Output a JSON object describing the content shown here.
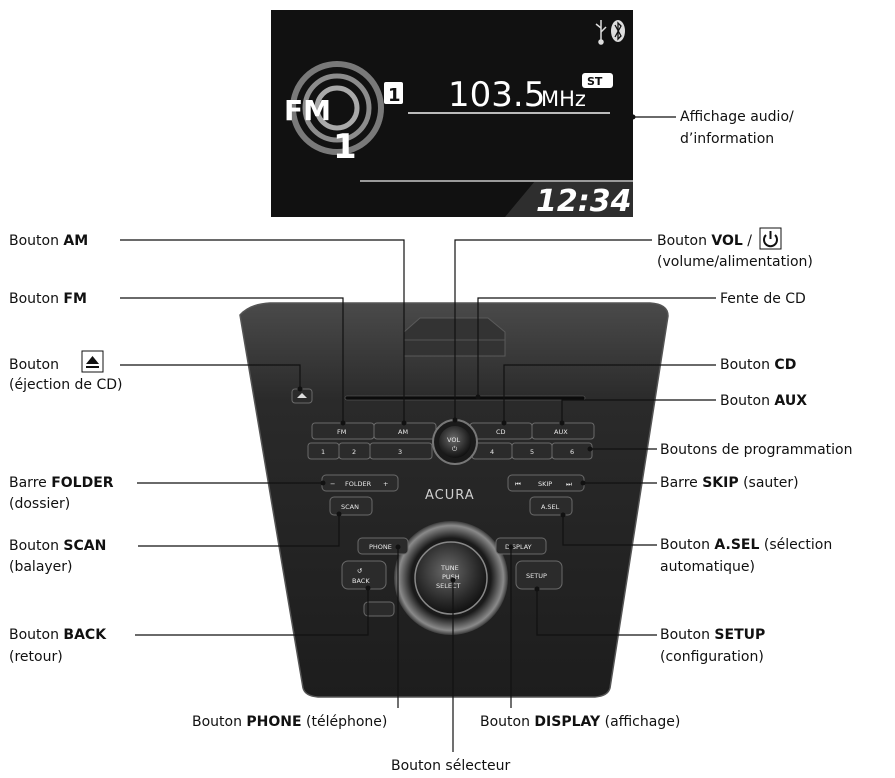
{
  "screen": {
    "fm_band": "FM",
    "fm_number": "1",
    "preset": "1",
    "frequency": "103.5",
    "freq_unit": "MHz",
    "st_badge": "ST",
    "clock": "12:34"
  },
  "panel": {
    "brand": "ACURA",
    "buttons": {
      "fm": "FM",
      "am": "AM",
      "cd": "CD",
      "aux": "AUX",
      "vol": "VOL",
      "presets": [
        "1",
        "2",
        "3",
        "4",
        "5",
        "6"
      ],
      "folder": "FOLDER",
      "folder_minus": "−",
      "folder_plus": "+",
      "skip": "SKIP",
      "skip_back": "⏮",
      "skip_fwd": "⏭",
      "scan": "SCAN",
      "asel": "A.SEL",
      "phone": "PHONE",
      "display": "DISPLAY",
      "back": "BACK",
      "setup": "SETUP",
      "tune": "TUNE",
      "push": "PUSH",
      "select": "SELECT"
    }
  },
  "labels": {
    "audio_display": [
      "Affichage audio/",
      "d’information"
    ],
    "am": {
      "prefix": "Bouton ",
      "bold": "AM"
    },
    "fm": {
      "prefix": "Bouton ",
      "bold": "FM"
    },
    "eject": {
      "prefix": "Bouton ",
      "line2": "(éjection de CD)"
    },
    "folder": {
      "prefix": "Barre ",
      "bold": "FOLDER",
      "line2": "(dossier)"
    },
    "scan": {
      "prefix": "Bouton ",
      "bold": "SCAN",
      "line2": "(balayer)"
    },
    "back": {
      "prefix": "Bouton ",
      "bold": "BACK",
      "line2": "(retour)"
    },
    "vol": {
      "prefix": "Bouton ",
      "bold": "VOL",
      "sep": " / ",
      "line2": "(volume/alimentation)"
    },
    "cd_slot": "Fente de CD",
    "cd": {
      "prefix": "Bouton ",
      "bold": "CD"
    },
    "aux": {
      "prefix": "Bouton ",
      "bold": "AUX"
    },
    "presets": "Boutons de programmation",
    "skip": {
      "prefix": "Barre ",
      "bold": "SKIP",
      "suffix": " (sauter)"
    },
    "asel": {
      "prefix": "Bouton ",
      "bold": "A.SEL",
      "suffix": " (sélection",
      "line2": "automatique)"
    },
    "setup": {
      "prefix": "Bouton ",
      "bold": "SETUP",
      "line2": "(configuration)"
    },
    "phone": {
      "prefix": "Bouton ",
      "bold": "PHONE",
      "suffix": " (téléphone)"
    },
    "display": {
      "prefix": "Bouton ",
      "bold": "DISPLAY",
      "suffix": " (affichage)"
    },
    "selector": "Bouton sélecteur"
  },
  "colors": {
    "screen_bg": "#111111",
    "panel": "#262626",
    "panel_edge": "#555555",
    "ink": "#111111"
  }
}
